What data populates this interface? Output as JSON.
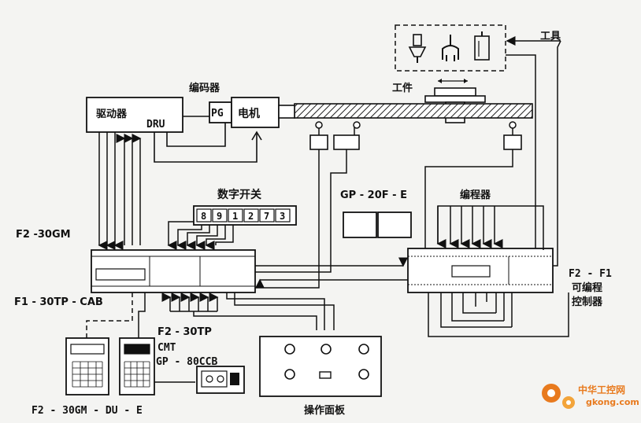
{
  "labels": {
    "driver": "驱动器",
    "dru": "DRU",
    "pg": "PG",
    "motor": "电机",
    "encoder": "编码器",
    "workpiece": "工件",
    "tool": "工具",
    "digital_switch": "数字开关",
    "switch_digits": [
      "8",
      "9",
      "1",
      "2",
      "7",
      "3"
    ],
    "f2_30gm": "F2 -30GM",
    "f1_30tp_cab": "F1 - 30TP - CAB",
    "f2_30tp": "F2 - 30TP",
    "cmt": "CMT",
    "gp_80ccb": "GP - 80CCB",
    "f2_30gm_du_e": "F2 - 30GM - DU - E",
    "operation_panel": "操作面板",
    "gp_20f_e": "GP - 20F - E",
    "programmer": "编程器",
    "plc_line1": "F2 - F1",
    "plc_line2": "可编程",
    "plc_line3": "控制器"
  },
  "watermark": {
    "site_cn": "中华工控网",
    "site_url": "gkong.com",
    "color": "#e87a1e"
  }
}
